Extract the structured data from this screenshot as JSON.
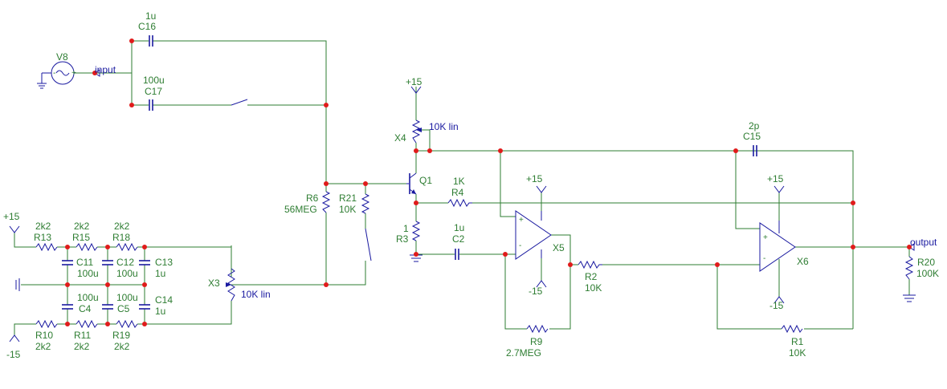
{
  "components": {
    "v8": {
      "name": "V8"
    },
    "c16": {
      "name": "C16",
      "value": "1u"
    },
    "c17": {
      "name": "C17",
      "value": "100u"
    },
    "r6": {
      "name": "R6",
      "value": "56MEG"
    },
    "r21": {
      "name": "R21",
      "value": "10K"
    },
    "x4": {
      "name": "X4",
      "value": "10K lin"
    },
    "q1": {
      "name": "Q1"
    },
    "r4": {
      "name": "R4",
      "value": "1K"
    },
    "r3": {
      "name": "R3",
      "value": "1"
    },
    "c2": {
      "name": "C2",
      "value": "1u"
    },
    "c15": {
      "name": "C15",
      "value": "2p"
    },
    "x5": {
      "name": "X5"
    },
    "r2": {
      "name": "R2",
      "value": "10K"
    },
    "r9": {
      "name": "R9",
      "value": "2.7MEG"
    },
    "x6": {
      "name": "X6"
    },
    "r1": {
      "name": "R1",
      "value": "10K"
    },
    "r20": {
      "name": "R20",
      "value": "100K"
    },
    "r13": {
      "name": "R13",
      "value": "2k2"
    },
    "r15": {
      "name": "R15",
      "value": "2k2"
    },
    "r18": {
      "name": "R18",
      "value": "2k2"
    },
    "r10": {
      "name": "R10",
      "value": "2k2"
    },
    "r11": {
      "name": "R11",
      "value": "2k2"
    },
    "r19": {
      "name": "R19",
      "value": "2k2"
    },
    "c11": {
      "name": "C11",
      "value": "100u"
    },
    "c12": {
      "name": "C12",
      "value": "100u"
    },
    "c13": {
      "name": "C13",
      "value": "1u"
    },
    "c4": {
      "name": "C4",
      "value": "100u"
    },
    "c5": {
      "name": "C5",
      "value": "100u"
    },
    "c14": {
      "name": "C14",
      "value": "1u"
    },
    "x3": {
      "name": "X3",
      "value": "10K lin"
    }
  },
  "nets": {
    "input": "input",
    "output": "output",
    "vpos": "+15",
    "vneg": "-15"
  },
  "polarity": {
    "plus": "+",
    "minus": "-"
  }
}
